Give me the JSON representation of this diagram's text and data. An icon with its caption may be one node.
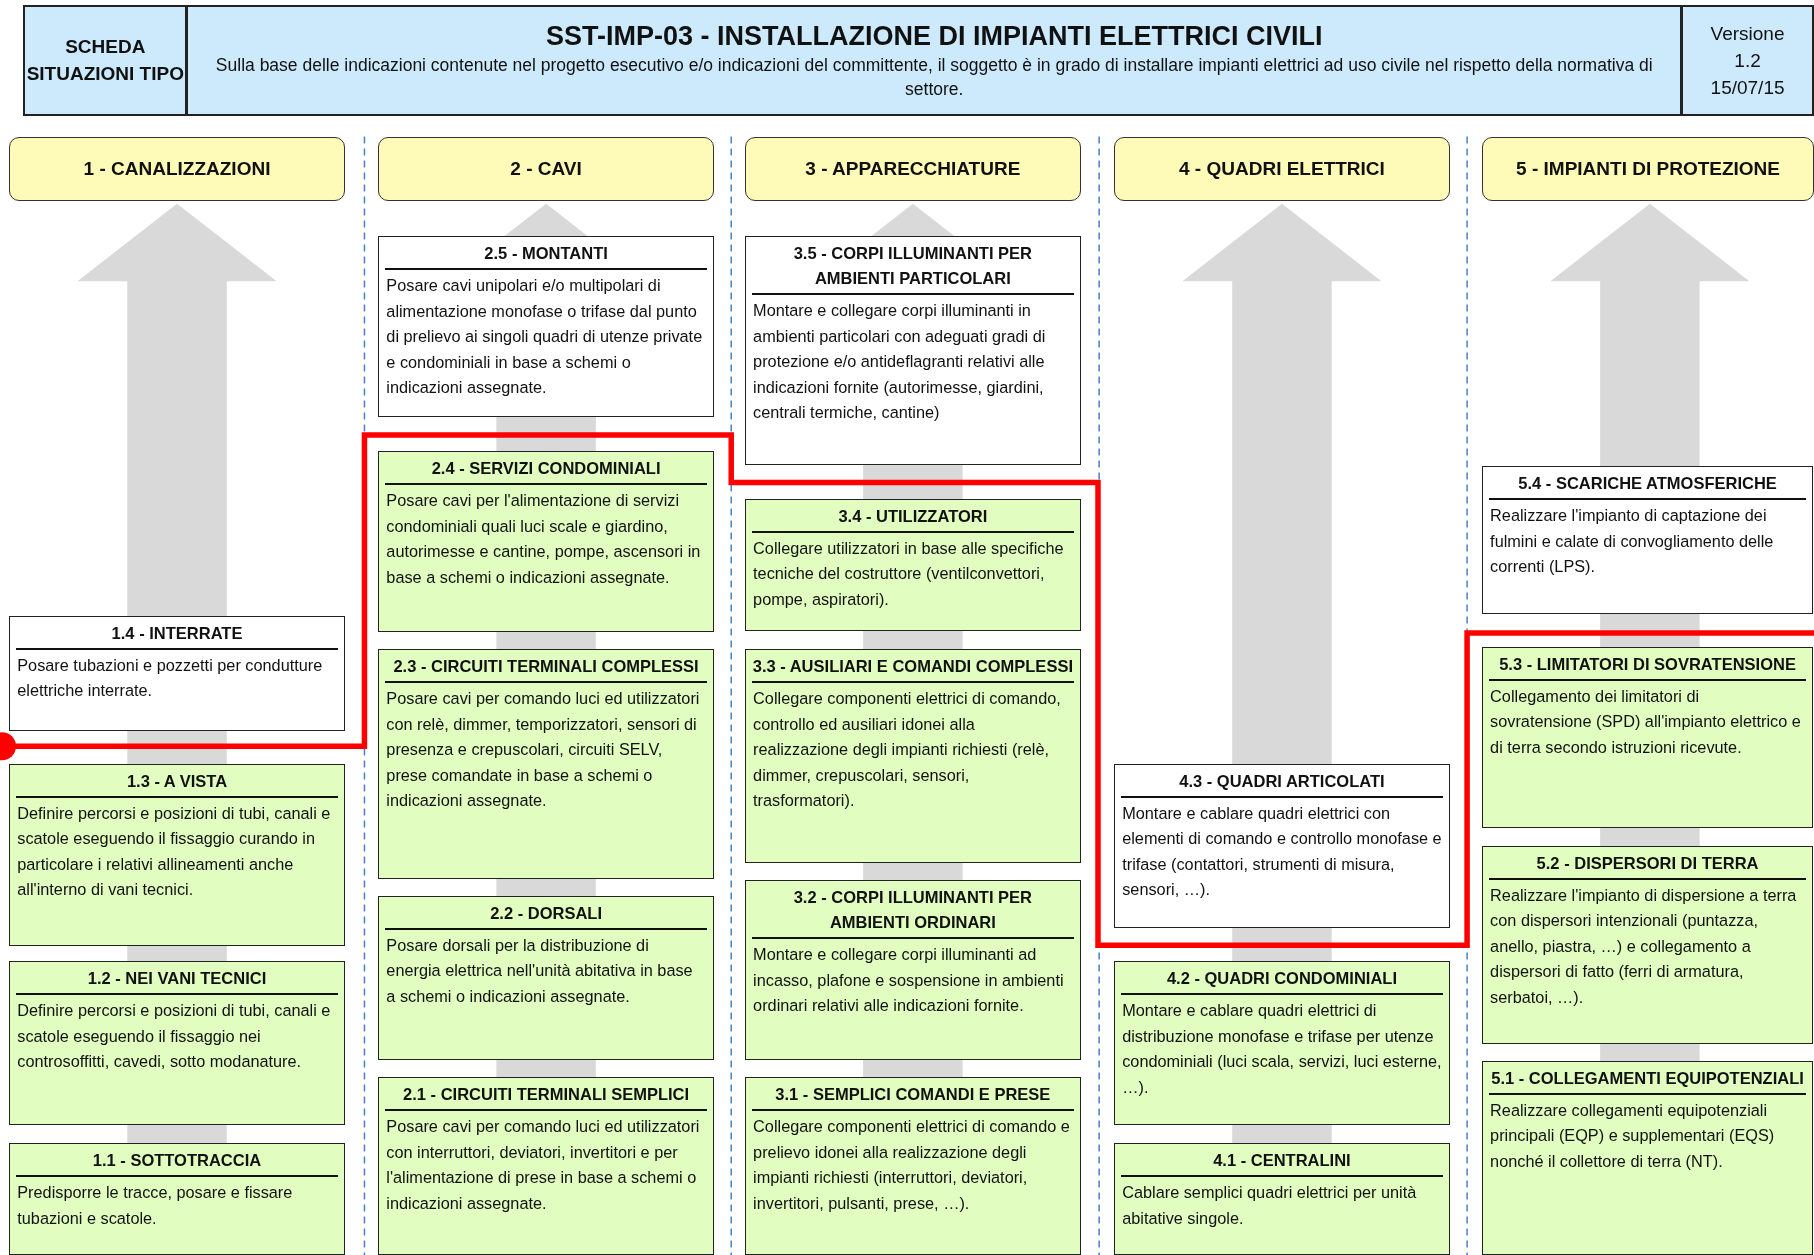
{
  "diagram": {
    "nodes": [
      {
        "text": [
          "SCHEDA SITUAZIONI TIPO"
        ]
      },
      {
        "text": [
          "SST-IMP-03  -  INSTALLAZIONE DI IMPIANTI ELETTRICI CIVILI",
          "Sulla base delle indicazioni contenute nel progetto esecutivo e/o indicazioni del committente, il soggetto è in grado di installare impianti elettrici ad uso civile nel rispetto della normativa di settore."
        ]
      },
      {
        "text": [
          "Versione 1.2 15/07/15"
        ]
      },
      {
        "text": [
          "1 - CANALIZZAZIONI"
        ]
      },
      {
        "text": [
          "2 - CAVI"
        ]
      },
      {
        "text": [
          "3 - APPARECCHIATURE"
        ]
      },
      {
        "text": [
          "4 - QUADRI ELETTRICI"
        ]
      },
      {
        "text": [
          "5 - IMPIANTI DI PROTEZIONE"
        ]
      },
      {
        "text": [
          "1.4 - INTERRATE",
          "Posare tubazioni e pozzetti per condutture elettriche interrate."
        ]
      },
      {
        "text": [
          "1.3 - A VISTA",
          "Definire percorsi e posizioni di tubi, canali e scatole eseguendo il fissaggio curando in particolare i relativi allineamenti anche all'interno di vani tecnici."
        ]
      },
      {
        "text": [
          "1.2 - NEI VANI TECNICI",
          "Definire percorsi e posizioni di tubi, canali e scatole eseguendo il fissaggio nei controsoffitti, cavedi, sotto modanature."
        ]
      },
      {
        "text": [
          "1.1 - SOTTOTRACCIA",
          "Predisporre le tracce, posare e fissare tubazioni e scatole."
        ]
      },
      {
        "text": [
          "2.5 - MONTANTI",
          "Posare cavi unipolari e/o multipolari di alimentazione monofase o trifase dal punto di prelievo ai singoli quadri di utenze private e condominiali in base a schemi o indicazioni assegnate."
        ]
      },
      {
        "text": [
          "2.4 - SERVIZI CONDOMINIALI",
          "Posare cavi per l'alimentazione di servizi condominiali quali luci scale e giardino, autorimesse e cantine, pompe, ascensori in base a schemi o indicazioni assegnate."
        ]
      },
      {
        "text": [
          "2.3 - CIRCUITI TERMINALI COMPLESSI",
          "Posare cavi per comando luci ed utilizzatori con relè, dimmer, temporizzatori, sensori di presenza e crepuscolari, circuiti SELV, prese comandate in base a schemi o indicazioni assegnate."
        ]
      },
      {
        "text": [
          "2.2 - DORSALI",
          "Posare dorsali per la distribuzione di energia elettrica nell'unità abitativa in base a schemi o indicazioni assegnate."
        ]
      },
      {
        "text": [
          "2.1 - CIRCUITI TERMINALI SEMPLICI",
          "Posare cavi per comando luci ed utilizzatori con interruttori, deviatori, invertitori e per l'alimentazione di prese in base a schemi o indicazioni assegnate."
        ]
      },
      {
        "text": [
          "3.5 - CORPI ILLUMINANTI PER AMBIENTI PARTICOLARI",
          "Montare e collegare corpi illuminanti in ambienti particolari con adeguati gradi di protezione e/o antideflagranti relativi alle indicazioni fornite (autorimesse, giardini, centrali termiche, cantine)"
        ]
      },
      {
        "text": [
          "3.4 - UTILIZZATORI",
          "Collegare utilizzatori in base alle specifiche tecniche del costruttore (ventilconvettori, pompe, aspiratori)."
        ]
      },
      {
        "text": [
          "3.3 - AUSILIARI E COMANDI COMPLESSI",
          "Collegare componenti elettrici di comando, controllo ed ausiliari idonei alla realizzazione degli impianti richiesti (relè, dimmer, crepuscolari, sensori, trasformatori)."
        ]
      },
      {
        "text": [
          "3.2 - CORPI ILLUMINANTI PER AMBIENTI ORDINARI",
          "Montare e collegare corpi illuminanti ad incasso, plafone e sospensione in ambienti ordinari relativi alle indicazioni fornite."
        ]
      },
      {
        "text": [
          "3.1 - SEMPLICI COMANDI E PRESE",
          "Collegare componenti elettrici di comando e prelievo idonei alla realizzazione degli impianti richiesti (interruttori, deviatori, invertitori, pulsanti, prese, …)."
        ]
      },
      {
        "text": [
          "4.3 - QUADRI ARTICOLATI",
          "Montare e cablare quadri elettrici con elementi di comando e controllo monofase e trifase (contattori, strumenti di misura, sensori, …)."
        ]
      },
      {
        "text": [
          "4.2 - QUADRI CONDOMINIALI",
          "Montare e cablare quadri elettrici di distribuzione monofase e trifase per utenze condominiali (luci scala, servizi, luci esterne, …)."
        ]
      },
      {
        "text": [
          "4.1 - CENTRALINI",
          "Cablare semplici quadri elettrici per unità abitative singole."
        ]
      },
      {
        "text": [
          "5.4 - SCARICHE ATMOSFERICHE",
          "Realizzare l'impianto di captazione dei fulmini e calate di convogliamento delle correnti (LPS)."
        ]
      },
      {
        "text": [
          "5.3 - LIMITATORI DI SOVRATENSIONE",
          "Collegamento dei limitatori di sovratensione (SPD) all'impianto elettrico e di terra secondo istruzioni ricevute."
        ]
      },
      {
        "text": [
          "5.2 - DISPERSORI DI TERRA",
          "Realizzare l'impianto di dispersione a terra con dispersori intenzionali (puntazza, anello, piastra, …) e collegamento a dispersori di fatto (ferri di armatura, serbatoi, …)."
        ]
      },
      {
        "text": [
          "5.1 - COLLEGAMENTI EQUIPOTENZIALI",
          "Realizzare collegamenti equipotenziali principali (EQP) e supplementari (EQS) nonché il collettore di terra (NT)."
        ]
      }
    ]
  }
}
